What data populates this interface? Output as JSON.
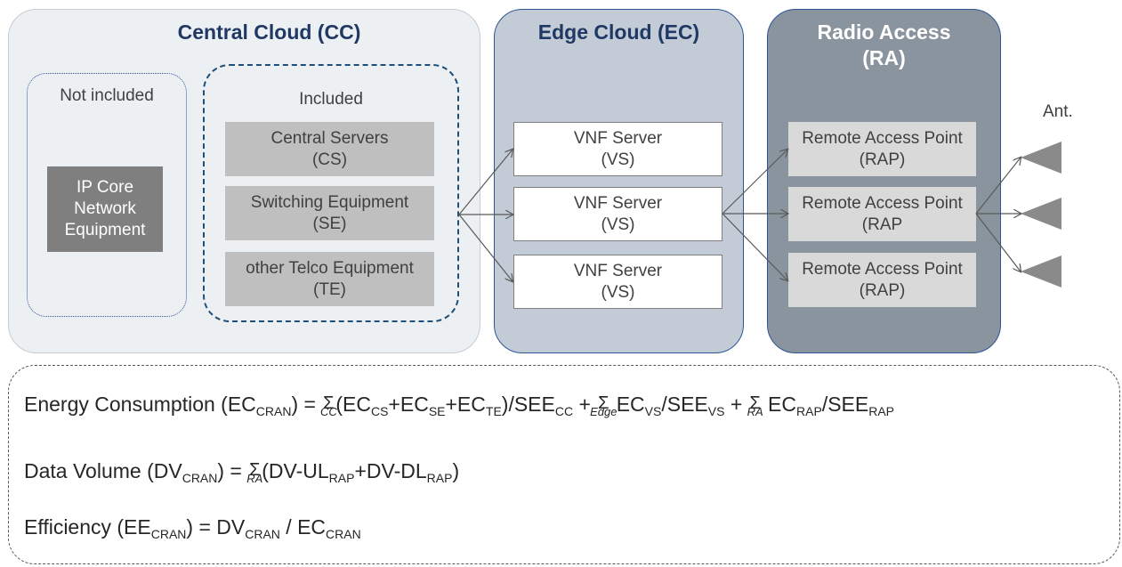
{
  "central_cloud": {
    "title": "Central Cloud (CC)",
    "not_included": {
      "label": "Not included",
      "items": [
        "IP Core\nNetwork\nEquipment"
      ]
    },
    "included": {
      "label": "Included",
      "items": [
        "Central Servers\n(CS)",
        "Switching Equipment\n(SE)",
        "other Telco Equipment\n(TE)"
      ]
    }
  },
  "edge_cloud": {
    "title": "Edge Cloud (EC)",
    "items": [
      "VNF Server\n(VS)",
      "VNF Server\n(VS)",
      "VNF Server\n(VS)"
    ]
  },
  "radio_access": {
    "title": "Radio Access\n(RA)",
    "items": [
      "Remote Access Point\n(RAP)",
      "Remote Access Point\n(RAP",
      "Remote Access Point\n(RAP)"
    ]
  },
  "antennas": {
    "label": "Ant.",
    "count": 3
  },
  "colors": {
    "title_blue": "#1f3864",
    "cc_fill": "#ecf0f3",
    "ec_fill": "#c3ccd6",
    "ra_fill": "#8a949e",
    "border_blue": "#2f5597",
    "box_gray": "#bfbfbf",
    "arrow": "#595959"
  },
  "formulas": {
    "energy": {
      "lhs": "Energy Consumption  (EC",
      "lhs_sub": "CRAN",
      "lhs_close": ") = ",
      "sum_symbol": "Σ",
      "sum1_under": "CC",
      "t1": "(EC",
      "t1_sub": "CS",
      "t2": "+EC",
      "t2_sub": "SE",
      "t3": "+EC",
      "t3_sub": "TE",
      "t4": ")/SEE",
      "t4_sub": "CC",
      "plus1": " + ",
      "sum2_under": "Edge",
      "t5": " EC",
      "t5_sub": "VS",
      "t6": "/SEE",
      "t6_sub": "VS",
      "plus2": " + ",
      "sum3_under": "RA",
      "t7": " EC",
      "t7_sub": "RAP",
      "t8": "/SEE",
      "t8_sub": "RAP"
    },
    "volume": {
      "lhs": "Data Volume  (DV",
      "lhs_sub": "CRAN",
      "lhs_close": ") = ",
      "sum_under": "RA",
      "t1": "(DV-UL",
      "t1_sub": "RAP",
      "t2": "+DV-DL",
      "t2_sub": "RAP",
      "t3": ")"
    },
    "efficiency": {
      "lhs": "Efficiency (EE",
      "lhs_sub": "CRAN",
      "lhs_close": ") = DV",
      "t1_sub": "CRAN",
      "t2": "  / EC",
      "t2_sub": "CRAN"
    }
  }
}
